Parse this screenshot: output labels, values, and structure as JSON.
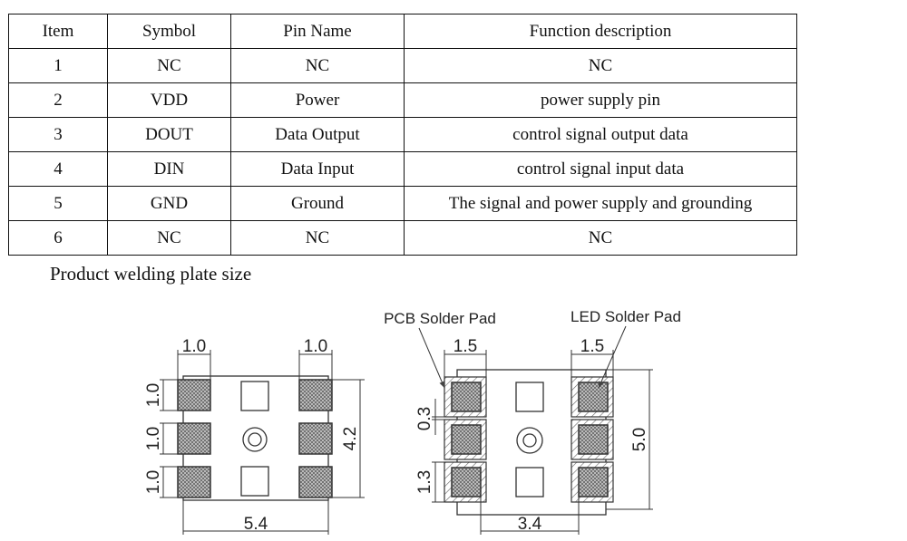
{
  "table": {
    "headers": [
      "Item",
      "Symbol",
      "Pin Name",
      "Function description"
    ],
    "rows": [
      [
        "1",
        "NC",
        "NC",
        "NC"
      ],
      [
        "2",
        "VDD",
        "Power",
        "power supply pin"
      ],
      [
        "3",
        "DOUT",
        "Data Output",
        "control signal output data"
      ],
      [
        "4",
        "DIN",
        "Data Input",
        "control signal input data"
      ],
      [
        "5",
        "GND",
        "Ground",
        "The signal and power supply and grounding"
      ],
      [
        "6",
        "NC",
        "NC",
        "NC"
      ]
    ]
  },
  "caption": "Product welding plate size",
  "diagram": {
    "left": {
      "top_dim_left": "1.0",
      "top_dim_right": "1.0",
      "side_dim_1": "1.0",
      "side_dim_2": "1.0",
      "side_dim_3": "1.0",
      "height_dim": "4.2",
      "width_dim": "5.4"
    },
    "right": {
      "pcb_label": "PCB Solder Pad",
      "led_label": "LED Solder Pad",
      "top_dim_left": "1.5",
      "top_dim_right": "1.5",
      "gap_dim": "0.3",
      "pad_dim": "1.3",
      "height_dim": "5.0",
      "width_dim": "3.4"
    }
  }
}
